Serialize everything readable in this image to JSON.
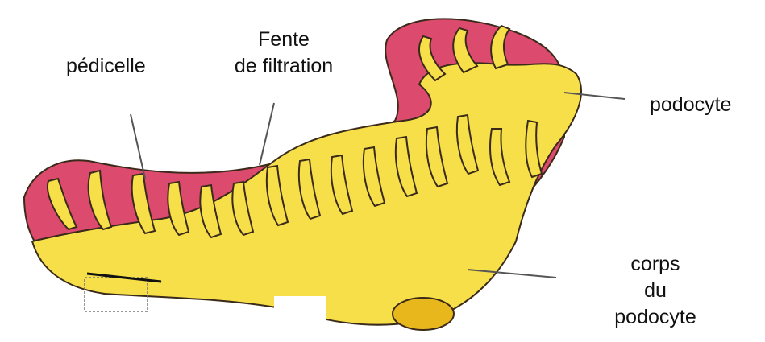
{
  "diagram": {
    "labels": {
      "pedicelle": "pédicelle",
      "fente_line1": "Fente",
      "fente_line2": "de filtration",
      "podocyte": "podocyte",
      "corps_line1": "corps",
      "corps_line2": "du",
      "corps_line3": "podocyte"
    },
    "colors": {
      "capillary": "#dc4a6e",
      "podocyte": "#f7df4a",
      "podocyte_shade": "#e8b71c",
      "outline": "#3a2a1a",
      "pointer": "#555555"
    }
  }
}
